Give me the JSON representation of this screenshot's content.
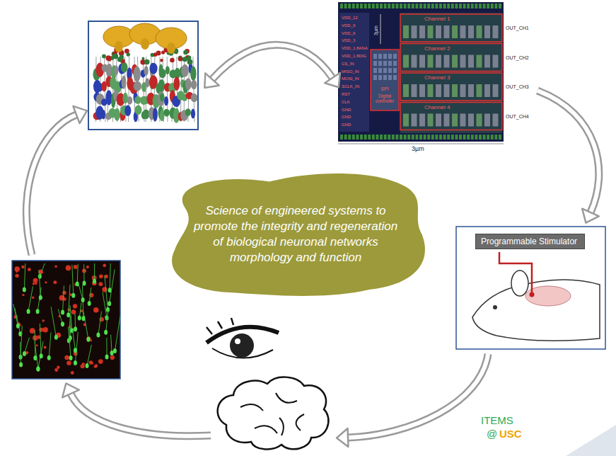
{
  "diagram": {
    "nodes": [
      {
        "text": [
          "Science of engineered systems to promote the integrity and regeneration of biological neuronal networks morphology and function"
        ]
      },
      {
        "text": [
          "Programmable Stimulator"
        ]
      }
    ],
    "labels": [
      "VDD_12",
      "VDD_9",
      "VDD_6",
      "VDD_3",
      "VDD_1.8ANA",
      "VDD_1.8DIG",
      "CS_IN",
      "MISO_IN",
      "MOSI_IN",
      "SCLK_IN",
      "RST",
      "CLK",
      "GND",
      "GND",
      "GND",
      "Channel 1",
      "Channel 2",
      "Channel 3",
      "Channel 4",
      "OUT_CH1",
      "OUT_CH2",
      "OUT_CH3",
      "OUT_CH4",
      "SPI",
      "Digital controller",
      "3µm",
      "3µm",
      "ITEMS",
      "@",
      "USC"
    ]
  }
}
